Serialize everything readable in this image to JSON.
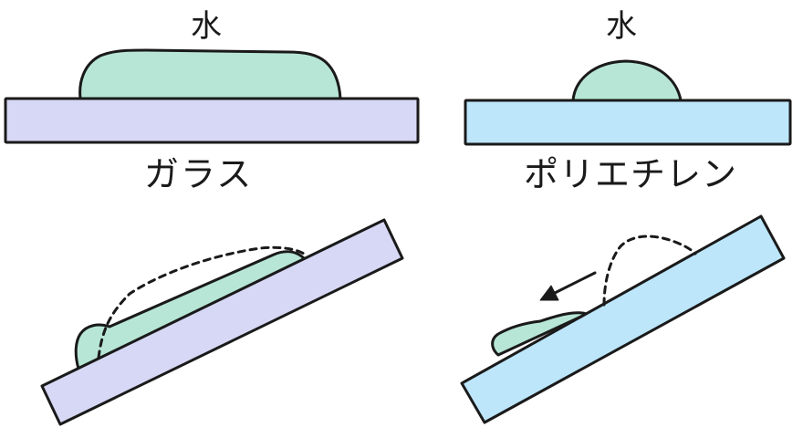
{
  "labels": {
    "water_left": "水",
    "water_right": "水",
    "glass": "ガラス",
    "polyethylene": "ポリエチレン"
  },
  "colors": {
    "glass_plate": "#d6d8f5",
    "polyethylene_plate": "#bde6fb",
    "water": "#b7e6d6",
    "outline": "#1a1a1a"
  }
}
